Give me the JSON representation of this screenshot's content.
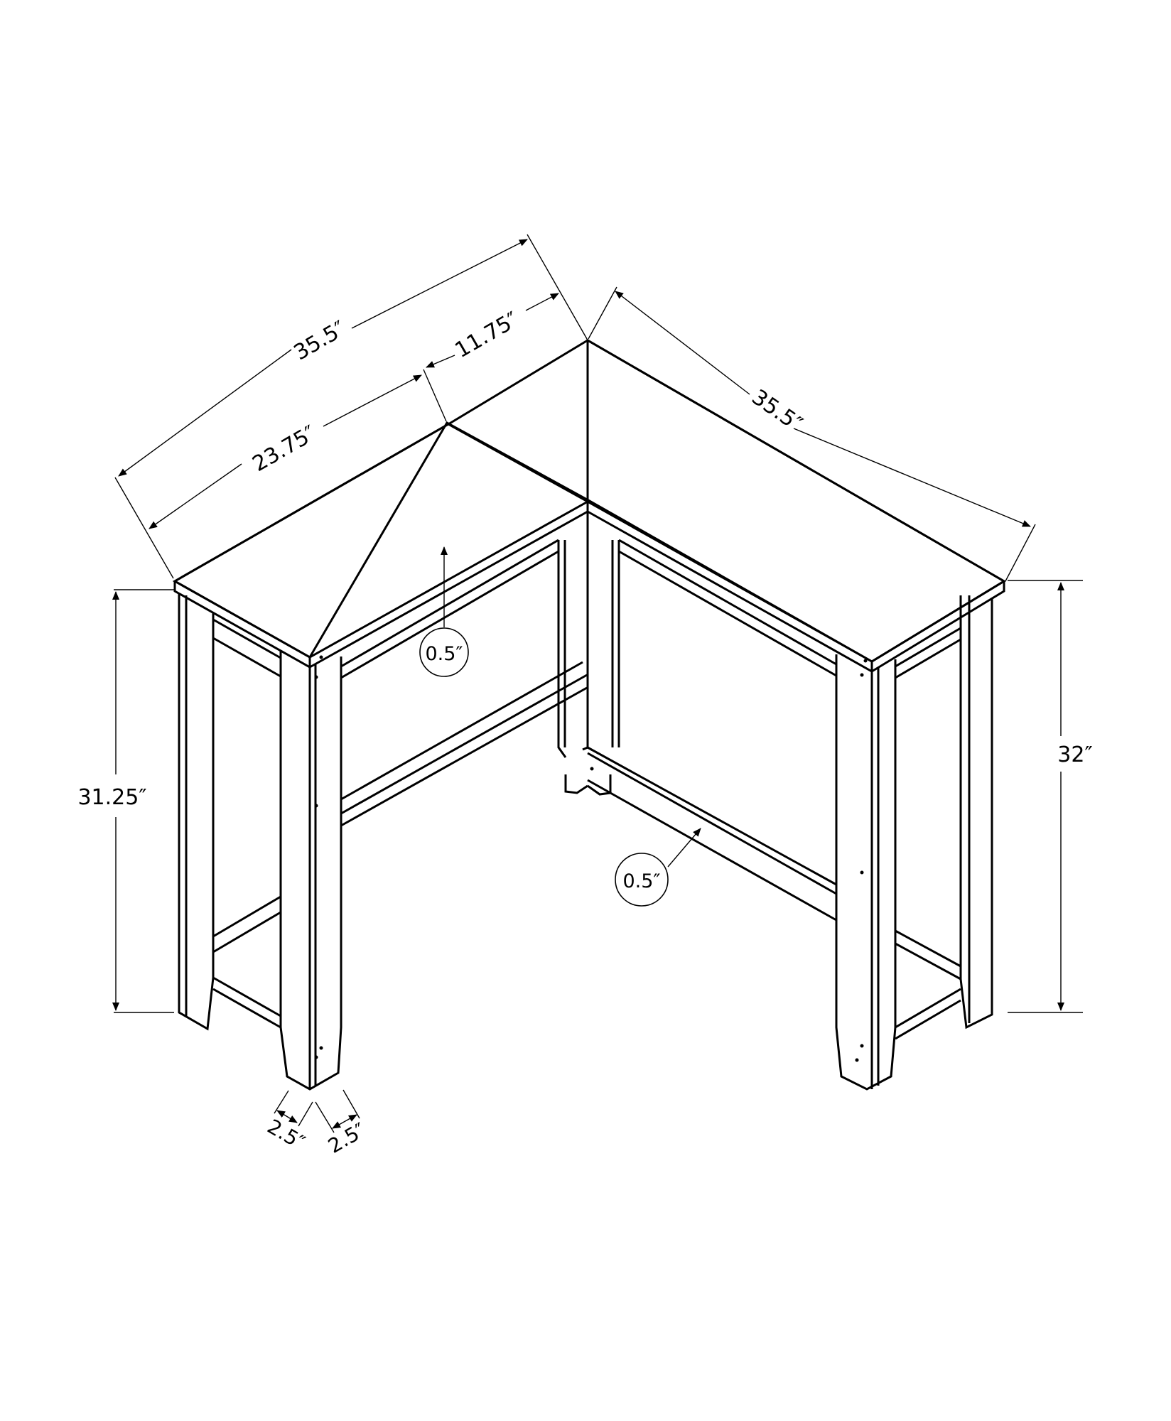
{
  "diagram": {
    "subject": "L-shaped corner desk, line drawing with dimensions",
    "line_color": "#000000",
    "background": "#ffffff",
    "dimensions": {
      "left_top_overall": "35.5″",
      "left_top_outer_segment": "23.75″",
      "left_top_inner_segment": "11.75″",
      "right_top_overall": "35.5″",
      "left_height": "31.25″",
      "right_height": "32″",
      "top_thickness": "0.5″",
      "stretcher_thickness": "0.5″",
      "leg_width_a": "2.5″",
      "leg_width_b": "2.5″"
    }
  }
}
